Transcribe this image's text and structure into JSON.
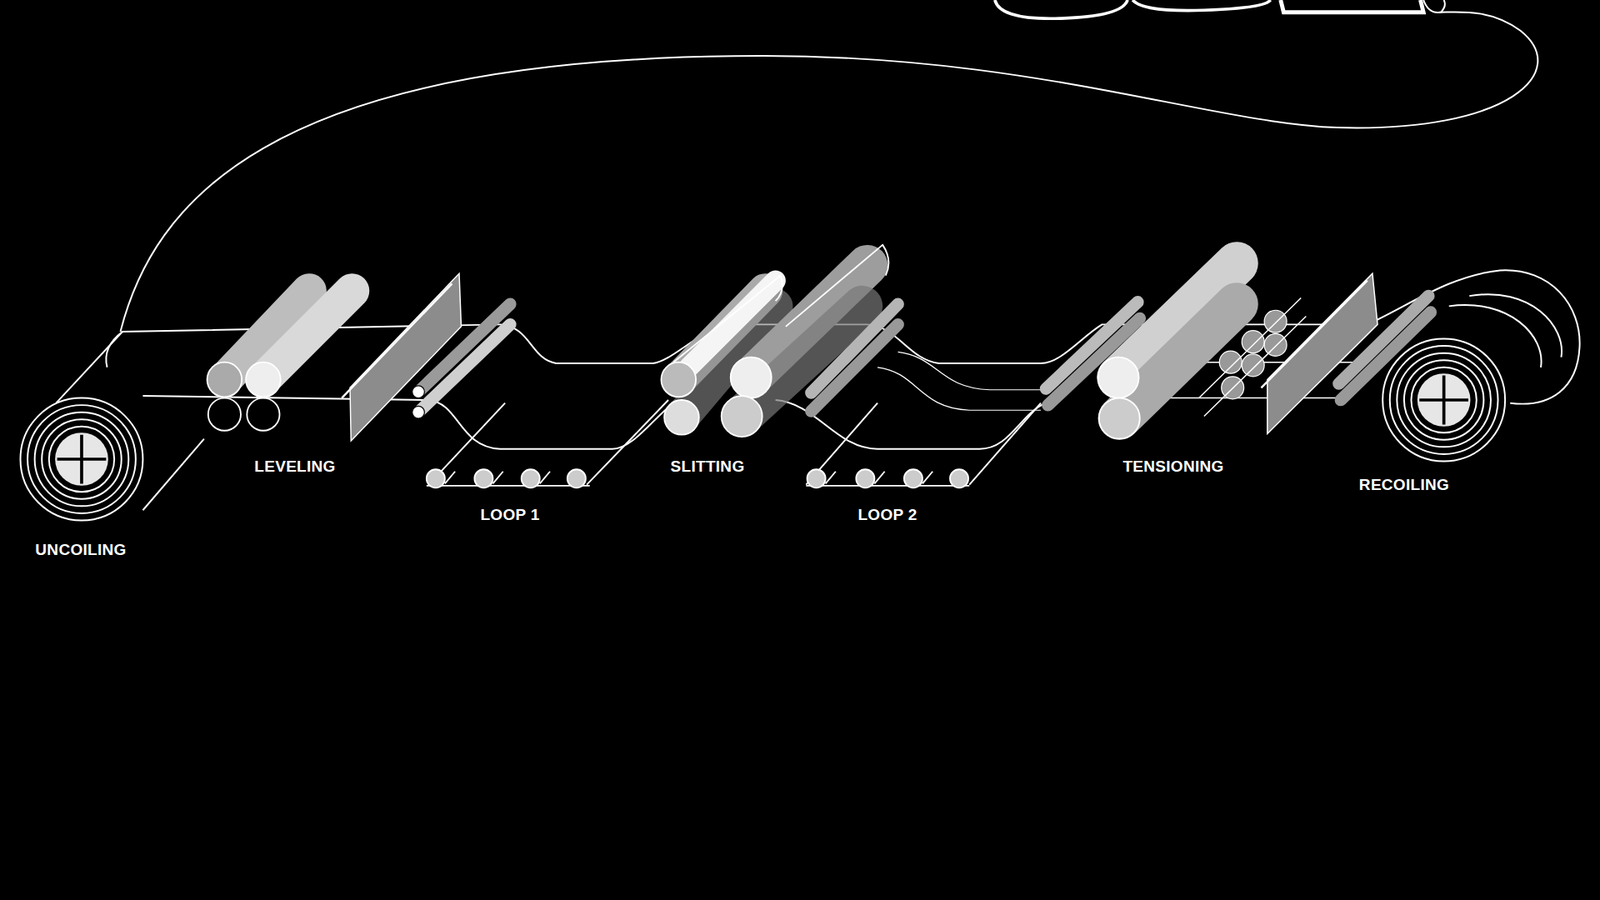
{
  "diagram": {
    "labels": [
      "UNCOILING",
      "LEVELING",
      "LOOP 1",
      "SLITTING",
      "LOOP 2",
      "TENSIONING",
      "RECOILING"
    ]
  }
}
